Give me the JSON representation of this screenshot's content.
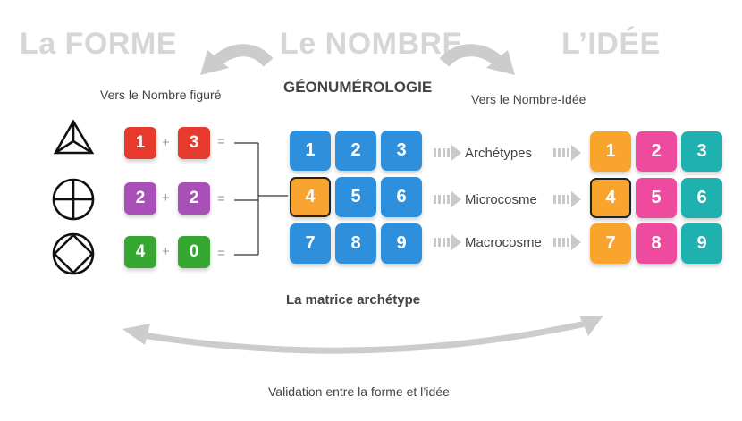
{
  "headings": {
    "forme": "La FORME",
    "nombre": "Le NOMBRE",
    "idee": "L’IDÉE"
  },
  "geonumerologie": "GÉONUMÉROLOGIE",
  "left_caption": "Vers le Nombre figuré",
  "right_caption": "Vers le Nombre-Idée",
  "equations": [
    {
      "a": "1",
      "b": "3",
      "plus": "+",
      "eq": "=",
      "symbol": "triangle-icon"
    },
    {
      "a": "2",
      "b": "2",
      "plus": "+",
      "eq": "=",
      "symbol": "circle-cross-icon"
    },
    {
      "a": "4",
      "b": "0",
      "plus": "+",
      "eq": "=",
      "symbol": "circle-diamond-icon"
    }
  ],
  "matrix": [
    "1",
    "2",
    "3",
    "4",
    "5",
    "6",
    "7",
    "8",
    "9"
  ],
  "highlighted_value": "4",
  "matrix_caption": "La matrice archétype",
  "rows": [
    "Archétypes",
    "Microcosme",
    "Macrocosme"
  ],
  "idea_matrix": [
    "1",
    "2",
    "3",
    "4",
    "5",
    "6",
    "7",
    "8",
    "9"
  ],
  "bottom_caption": "Validation entre la forme et l’idée",
  "colors": {
    "heading_gray": "#d6d6d6",
    "eq_red": "#e53a2c",
    "eq_purple": "#a94fb8",
    "eq_green": "#36a832",
    "matrix_blue": "#2e8fdc",
    "highlight_orange": "#f7a430",
    "idea_orange": "#f9a52d",
    "idea_pink": "#ee4b9f",
    "idea_teal": "#1fb0b0",
    "arrow_gray": "#cccccc"
  }
}
